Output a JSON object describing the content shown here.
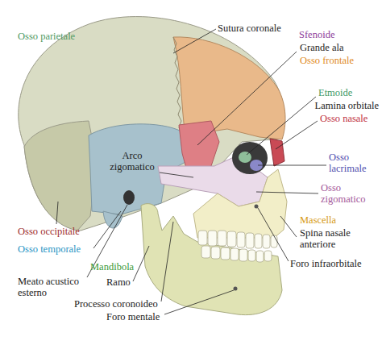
{
  "diagram": {
    "labels": [
      "Sutura coronale",
      "Osso parietale",
      "Sfenoide",
      "Grande ala",
      "Osso frontale",
      "Etmoide",
      "Lamina orbitale",
      "Osso nasale",
      "Arco zigomatico",
      "Osso lacrimale",
      "Osso zigomatico",
      "Mascella",
      "Spina nasale anteriore",
      "Foro infraorbitale",
      "Osso occipitale",
      "Osso temporale",
      "Mandibola",
      "Meato acustico esterno",
      "Ramo",
      "Processo coronoideo",
      "Foro mentale"
    ]
  }
}
